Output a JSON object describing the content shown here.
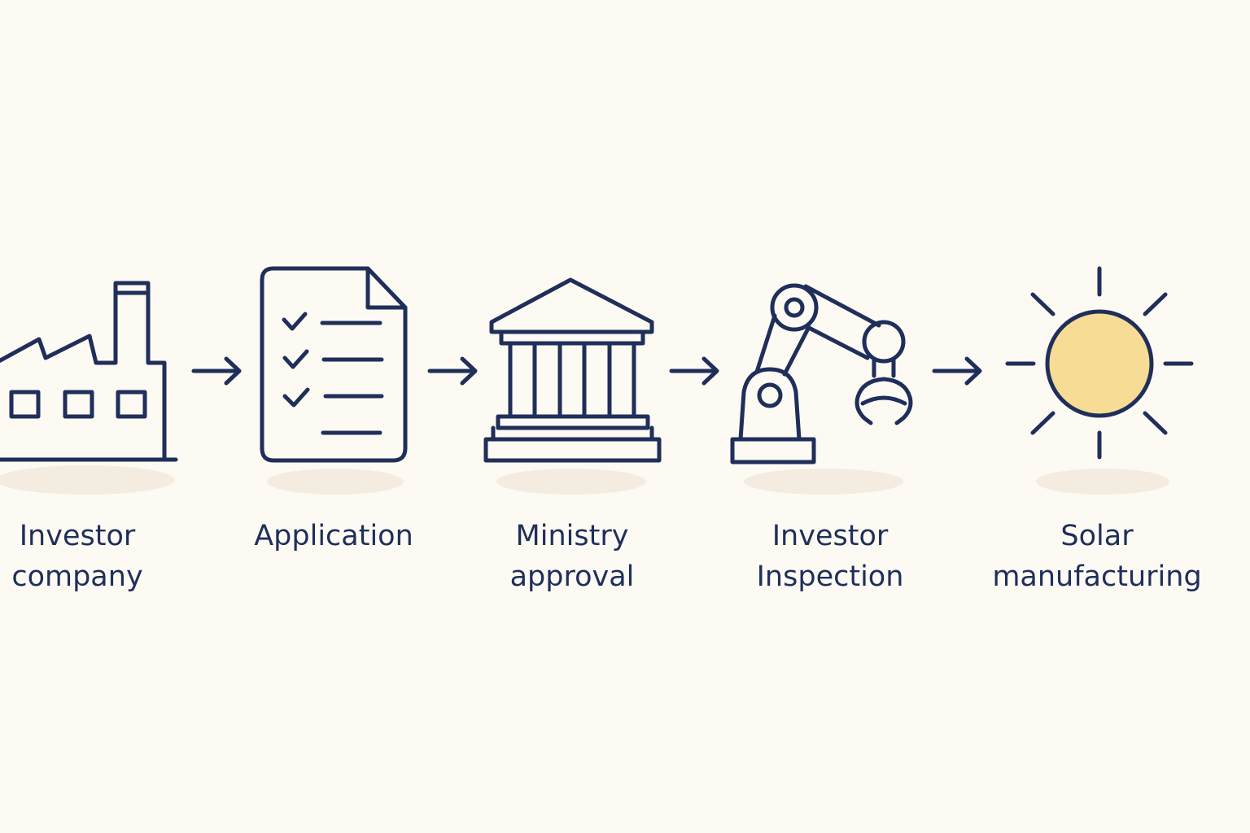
{
  "steps": [
    {
      "icon": "factory-icon",
      "label_lines": [
        "Investor",
        "company"
      ]
    },
    {
      "icon": "checklist-document-icon",
      "label_lines": [
        "Application"
      ]
    },
    {
      "icon": "government-building-icon",
      "label_lines": [
        "Ministry",
        "approval"
      ]
    },
    {
      "icon": "robotic-arm-icon",
      "label_lines": [
        "Investor",
        "Inspection"
      ]
    },
    {
      "icon": "sun-icon",
      "label_lines": [
        "Solar",
        "manufacturing"
      ]
    }
  ],
  "colors": {
    "background": "#fdfaf4",
    "line": "#1f2f5a",
    "sun_fill": "#f6dc94",
    "shadow": "#f4ece0"
  }
}
